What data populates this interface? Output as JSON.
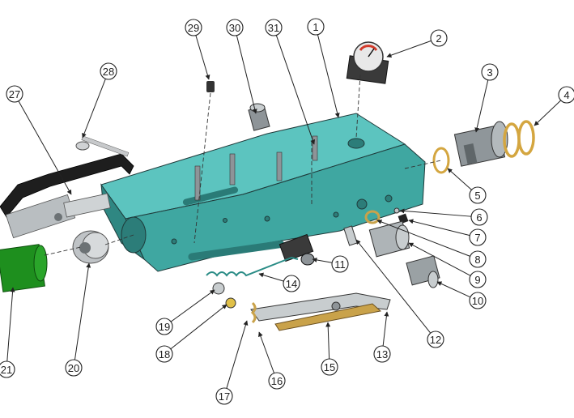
{
  "diagram": {
    "balloons": [
      "1",
      "2",
      "3",
      "4",
      "5",
      "6",
      "7",
      "8",
      "9",
      "10",
      "11",
      "12",
      "13",
      "14",
      "15",
      "16",
      "17",
      "18",
      "19",
      "20",
      "21",
      "27",
      "28",
      "29",
      "30",
      "31"
    ]
  },
  "colors": {
    "body_teal": "#4fb5b0",
    "body_teal_dark": "#2f8782",
    "handle_black": "#1e1e1e",
    "grip_green": "#1e8f1e",
    "steel": "#9ea4a8",
    "brass": "#c9a24a",
    "oring_gold": "#d4a640"
  }
}
